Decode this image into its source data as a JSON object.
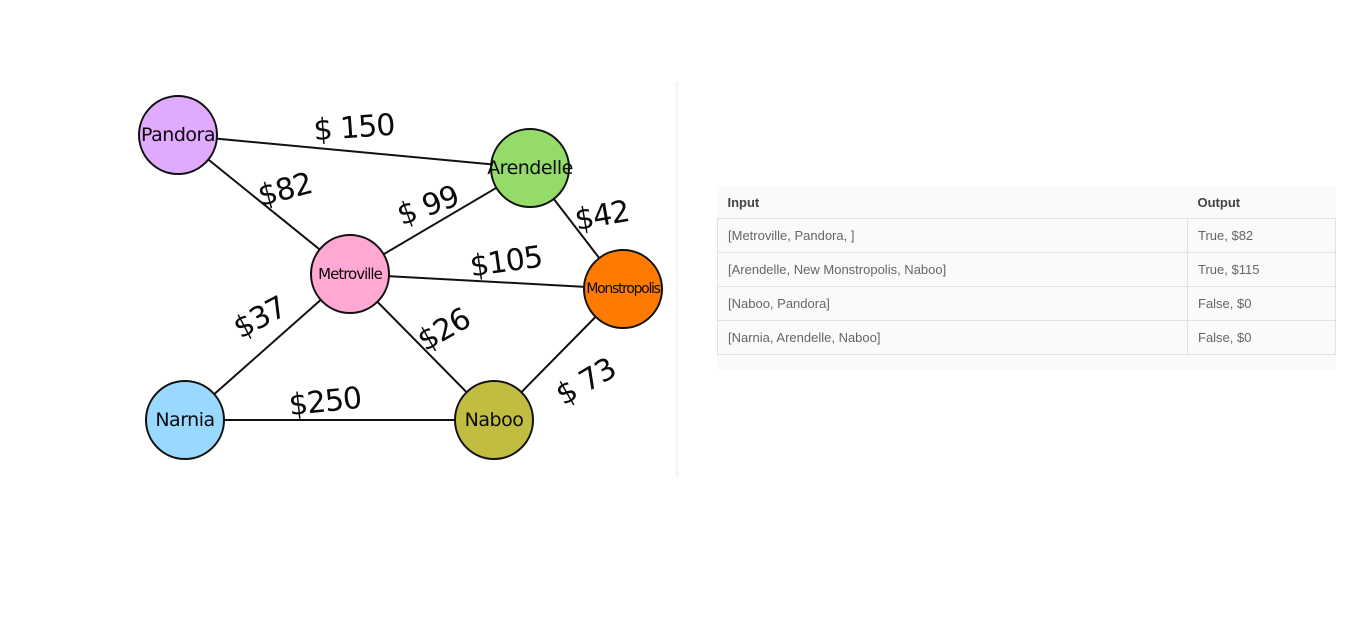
{
  "graph": {
    "nodes": [
      {
        "id": "pandora",
        "label": "Pandora",
        "color": "#e0aaff"
      },
      {
        "id": "arendelle",
        "label": "Arendelle",
        "color": "#94db6a"
      },
      {
        "id": "metroville",
        "label": "Metroville",
        "color": "#ffa8d3"
      },
      {
        "id": "monstropolis",
        "label": "Monstropolis",
        "color": "#ff7b00"
      },
      {
        "id": "narnia",
        "label": "Narnia",
        "color": "#99d8ff"
      },
      {
        "id": "naboo",
        "label": "Naboo",
        "color": "#c0bd40"
      }
    ],
    "edges": [
      {
        "from": "pandora",
        "to": "arendelle",
        "cost": "$ 150"
      },
      {
        "from": "pandora",
        "to": "metroville",
        "cost": "$82"
      },
      {
        "from": "metroville",
        "to": "arendelle",
        "cost": "$ 99"
      },
      {
        "from": "arendelle",
        "to": "monstropolis",
        "cost": "$42"
      },
      {
        "from": "metroville",
        "to": "monstropolis",
        "cost": "$105"
      },
      {
        "from": "metroville",
        "to": "narnia",
        "cost": "$37"
      },
      {
        "from": "metroville",
        "to": "naboo",
        "cost": "$26"
      },
      {
        "from": "narnia",
        "to": "naboo",
        "cost": "$250"
      },
      {
        "from": "naboo",
        "to": "monstropolis",
        "cost": "$ 73"
      }
    ]
  },
  "table": {
    "headers": {
      "input": "Input",
      "output": "Output"
    },
    "rows": [
      {
        "input": "[Metroville, Pandora, ]",
        "output": "True, $82"
      },
      {
        "input": "[Arendelle, New Monstropolis, Naboo]",
        "output": "True, $115"
      },
      {
        "input": "[Naboo, Pandora]",
        "output": "False, $0"
      },
      {
        "input": "[Narnia, Arendelle, Naboo]",
        "output": "False, $0"
      }
    ]
  }
}
